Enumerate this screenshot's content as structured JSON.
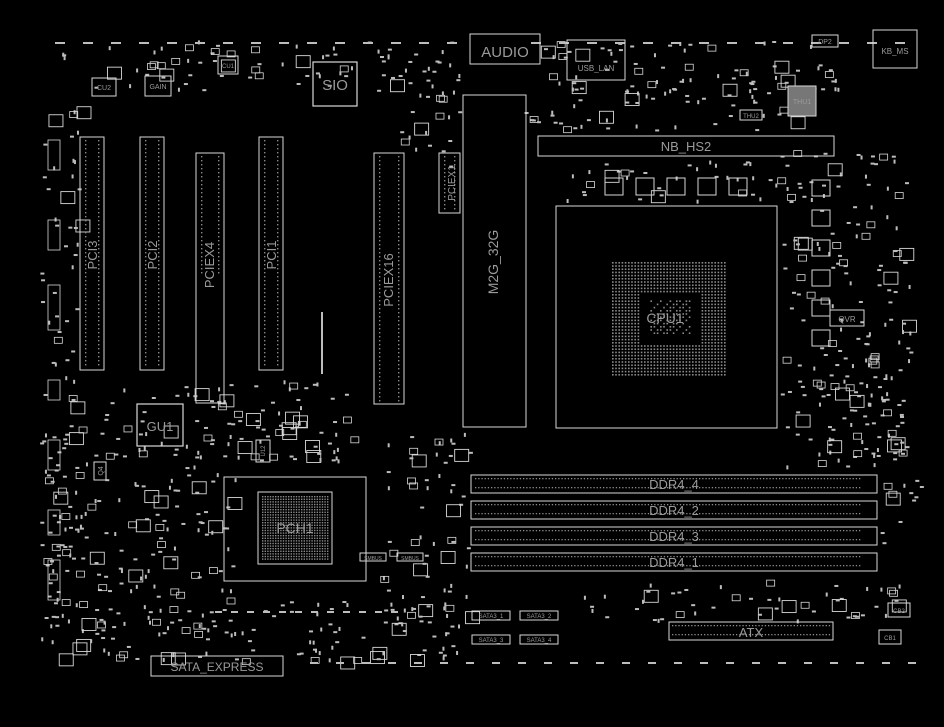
{
  "colors": {
    "background": "#000000",
    "stroke": "#d8d8d8",
    "label": "#9a9a9a",
    "pad": "#bdbdbd",
    "dense": "#8a8a8a"
  },
  "labels": {
    "audio": "AUDIO",
    "sio": "SIO",
    "usb_lan": "USB_LAN",
    "kb_ms": "KB_MS",
    "dp": "DP2",
    "thu1": "THU1",
    "thu2": "THU2",
    "cu1": "CU1",
    "cu2": "CU2",
    "gain": "GAIN",
    "pci3": "PCI3",
    "pci2": "PCI2",
    "pciex4": "PCIEX4",
    "pci1": "PCI1",
    "pciex16": "PCIEX16",
    "pciex1": "PCIEX1",
    "m2g": "M2G_32G",
    "nb_hs": "NB_HS2",
    "cpu": "CPU1",
    "gu1": "GU1",
    "u12": "U12",
    "pch": "PCH1",
    "sata_express": "SATA_EXPRESS",
    "sata1": "SATA3_1",
    "sata2": "SATA3_2",
    "sata3": "SATA3_3",
    "sata4": "SATA3_4",
    "ddr4_4": "DDR4_4",
    "ddr4_2": "DDR4_2",
    "ddr4_3": "DDR4_3",
    "ddr4_1": "DDR4_1",
    "atx": "ATX",
    "cb1": "CB1",
    "cb2": "CB2",
    "q4": "Q4",
    "smb1": "SMBUS",
    "smb2": "SMBUS",
    "qvr": "QVR"
  }
}
